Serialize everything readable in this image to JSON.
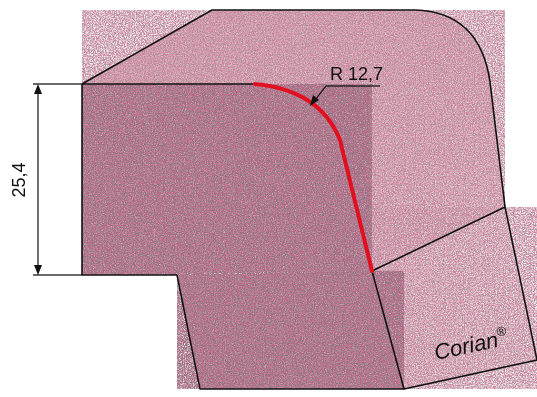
{
  "dimensions": {
    "height_label": "25,4",
    "radius_label": "R 12,7"
  },
  "brand": {
    "name": "Corian",
    "mark": "®"
  },
  "colors": {
    "stone_base": "#d7a8b3",
    "stone_light": "#eed5dc",
    "stone_dark": "#c58a99",
    "speck_dark": "#3a3035",
    "speck_red": "#c2184a",
    "edge_profile": "#e01020",
    "outline": "#111111"
  }
}
